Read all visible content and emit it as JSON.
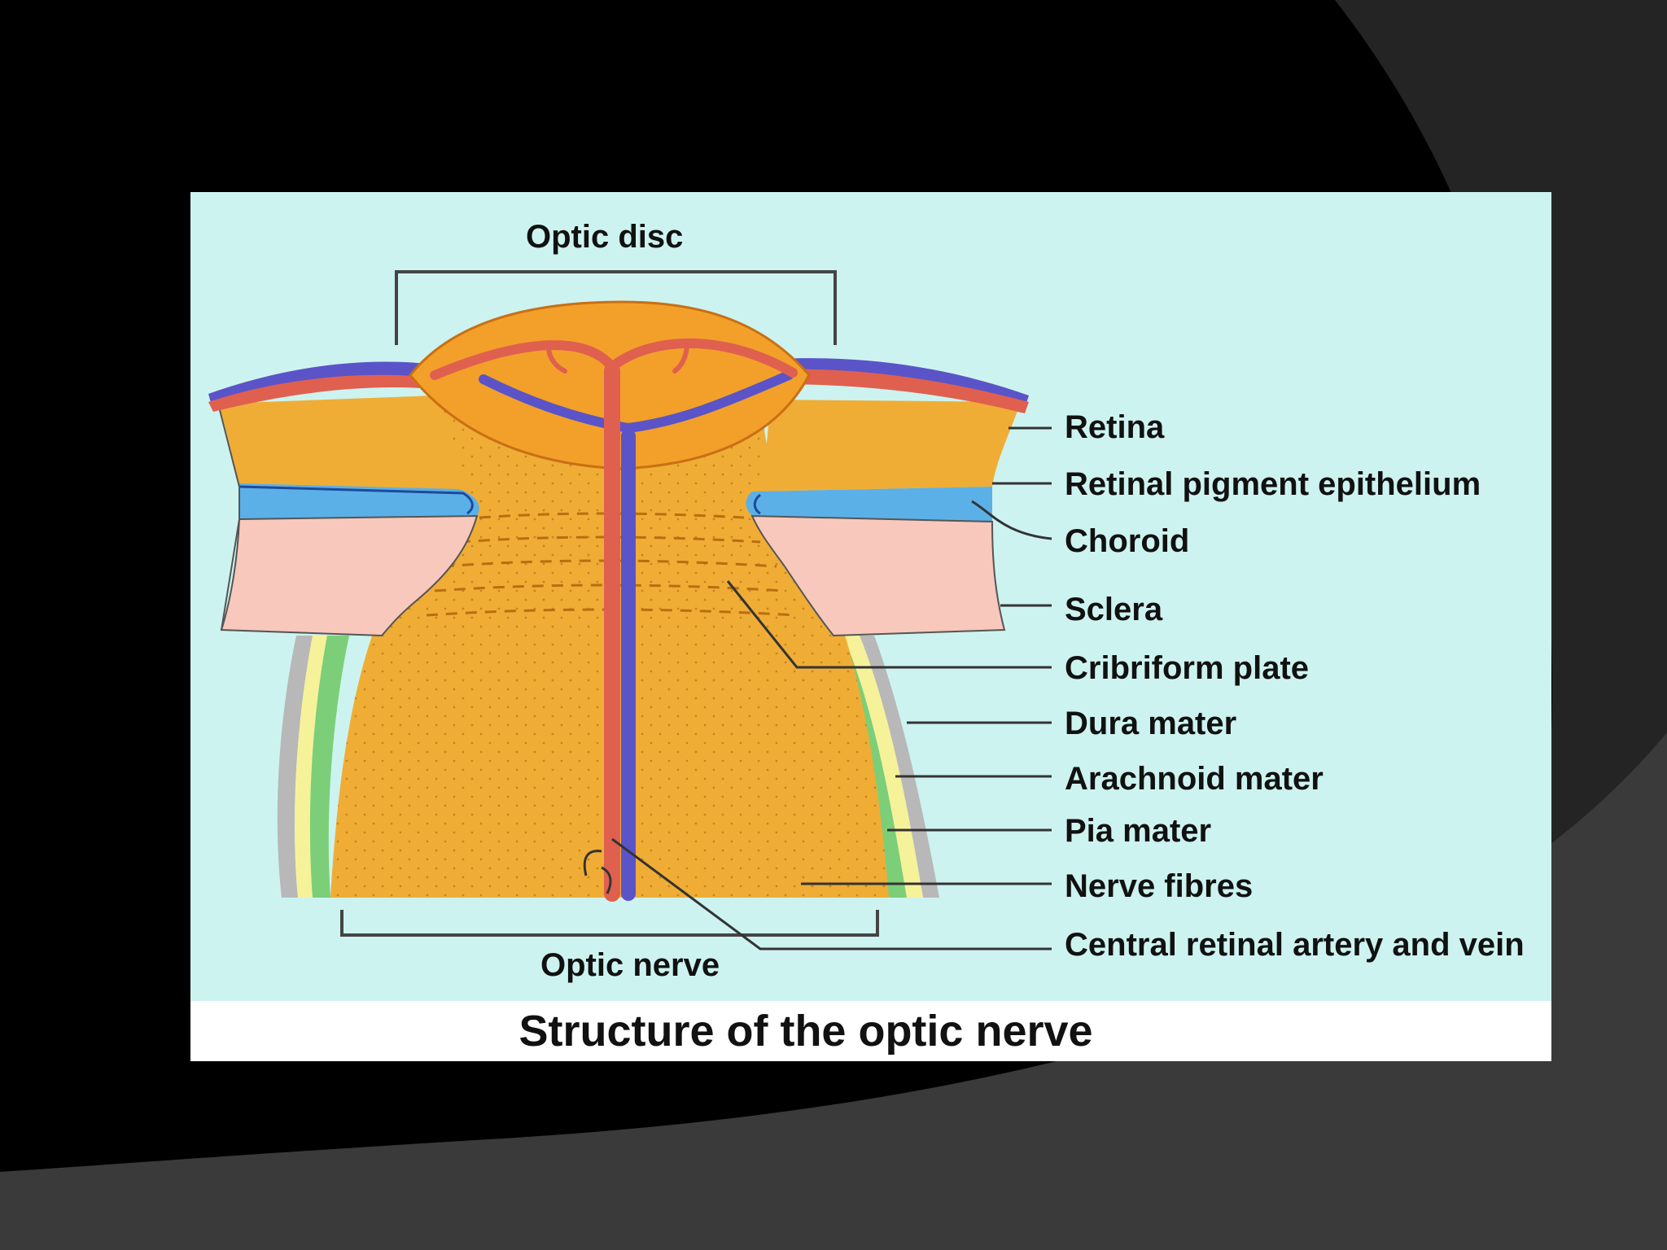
{
  "colors": {
    "slide_bg": "#000000",
    "swoosh_dark": "#242424",
    "swoosh_mid": "#3a3a3a",
    "diagram_bg": "#cdf3f0",
    "nerve_orange": "#f0ad35",
    "disc_orange": "#f2a02a",
    "artery_red": "#e0604f",
    "vein_blue": "#5a54c8",
    "pigment_blue": "#5bb0e8",
    "sclera_pink": "#f8c8bc",
    "dura_grey": "#b8b8b8",
    "arachnoid_yellow": "#f6f29a",
    "pia_green": "#7ccf78"
  },
  "diagram": {
    "top_label": "Optic disc",
    "bottom_label": "Optic nerve",
    "caption": "Structure of the optic nerve",
    "labels": [
      "Retina",
      "Retinal pigment epithelium",
      "Choroid",
      "Sclera",
      "Cribriform plate",
      "Dura mater",
      "Arachnoid mater",
      "Pia mater",
      "Nerve fibres",
      "Central retinal artery and vein"
    ]
  }
}
